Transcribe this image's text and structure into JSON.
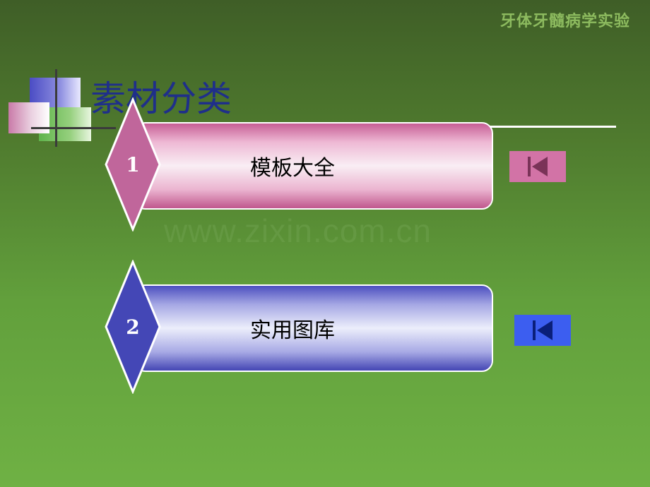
{
  "header": {
    "title": "牙体牙髓病学实验"
  },
  "section": {
    "title": "素材分类"
  },
  "watermark": "www.zixin.com.cn",
  "items": [
    {
      "number": "1",
      "label": "模板大全"
    },
    {
      "number": "2",
      "label": "实用图库"
    }
  ],
  "nav": {
    "icon": "skip-to-start-icon"
  },
  "colors": {
    "background": "#5a8f36",
    "pink_accent": "#d273a6",
    "pink_diamond": "#c0669b",
    "blue_accent": "#3c5ef0",
    "blue_diamond": "#4447b6",
    "title_blue": "#1f2f8a"
  }
}
